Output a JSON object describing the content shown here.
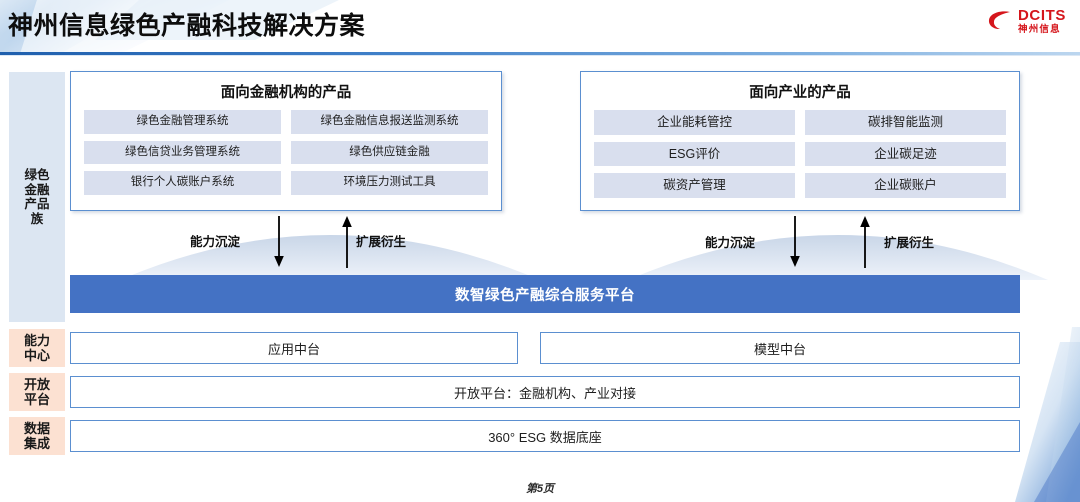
{
  "header": {
    "title": "神州信息绿色产融科技解决方案",
    "logo": {
      "en": "DCITS",
      "cn": "神州信息",
      "color": "#d5161c",
      "mark_icon": "dcits-swoosh-icon"
    }
  },
  "sidebar": {
    "tags": [
      {
        "id": "products",
        "label": "绿色\n金融\n产品\n族",
        "color": "#dce6f2"
      },
      {
        "id": "ability",
        "label": "能力\n中心",
        "color": "#fce1d2"
      },
      {
        "id": "open",
        "label": "开放\n平台",
        "color": "#fce1d2"
      },
      {
        "id": "data",
        "label": "数据\n集成",
        "color": "#fce1d2"
      }
    ]
  },
  "panels": [
    {
      "id": "financial",
      "title": "面向金融机构的产品",
      "products": [
        "绿色金融管理系统",
        "绿色金融信息报送监测系统",
        "绿色信贷业务管理系统",
        "绿色供应链金融",
        "银行个人碳账户系统",
        "环境压力测试工具"
      ]
    },
    {
      "id": "industry",
      "title": "面向产业的产品",
      "products": [
        "企业能耗管控",
        "碳排智能监测",
        "ESG评价",
        "企业碳足迹",
        "碳资产管理",
        "企业碳账户"
      ]
    }
  ],
  "flows": {
    "left": {
      "down_label": "能力沉淀",
      "up_label": "扩展衍生"
    },
    "right": {
      "down_label": "能力沉淀",
      "up_label": "扩展衍生"
    }
  },
  "platform": {
    "label": "数智绿色产融综合服务平台",
    "color": "#4472c4"
  },
  "middle_rows": {
    "application": "应用中台",
    "model": "模型中台",
    "open_platform": "开放平台：金融机构、产业对接",
    "data_base": "360° ESG 数据底座"
  },
  "footer": {
    "page": "第5页"
  }
}
